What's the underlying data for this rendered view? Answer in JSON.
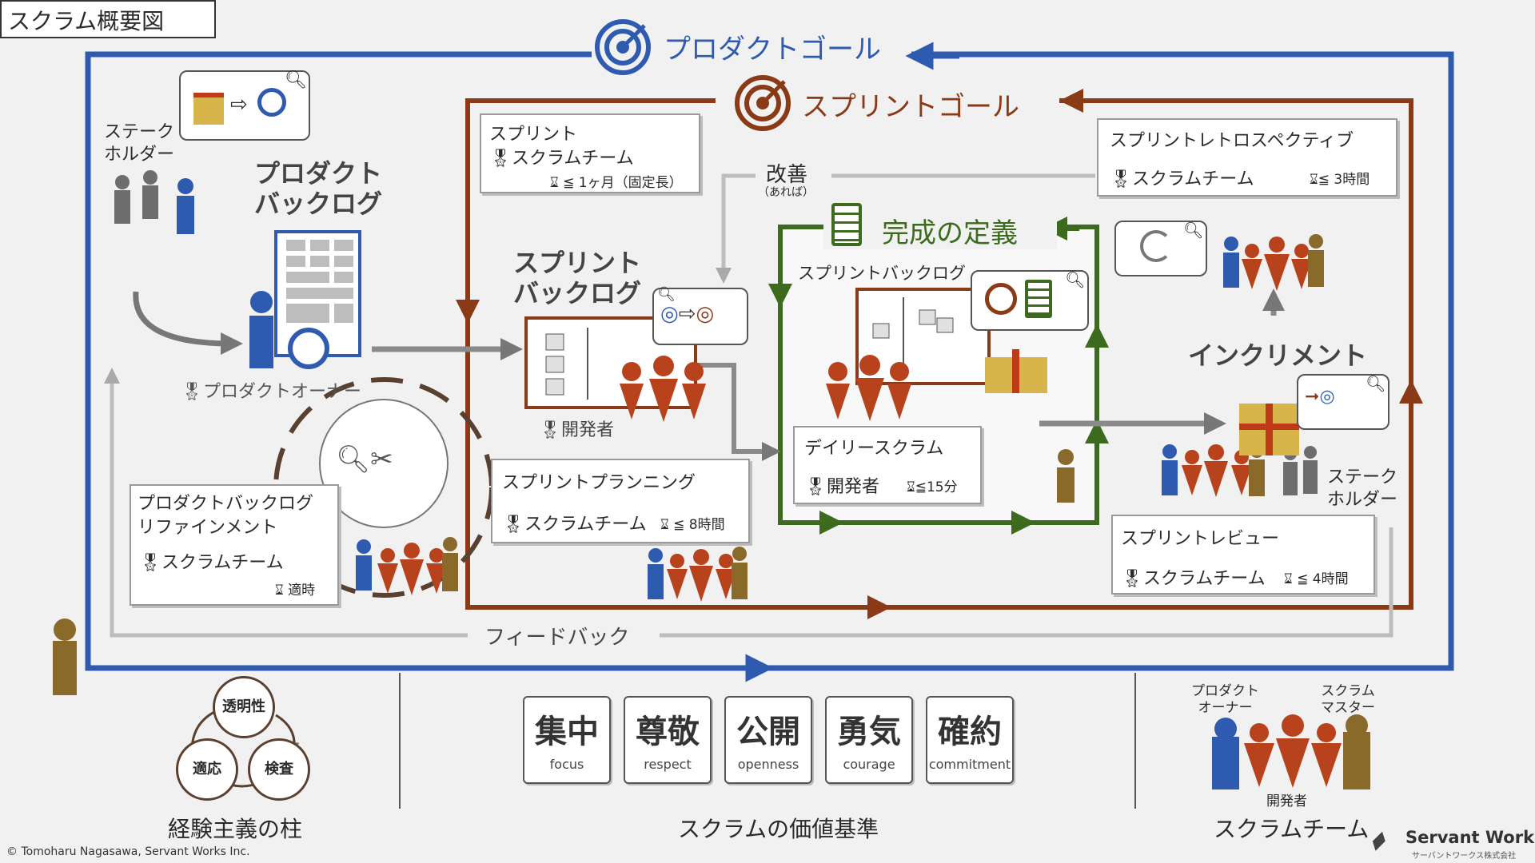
{
  "title": "スクラム概要図",
  "product_goal": "プロダクトゴール",
  "sprint_goal": "スプリントゴール",
  "stakeholder_left": "ステーク\nホルダー",
  "product_backlog": "プロダクト\nバックログ",
  "product_owner": "プロダクトオーナー",
  "sprint_box": {
    "title": "スプリント",
    "role": "スクラムチーム",
    "time": "≦ 1ヶ月（固定長）"
  },
  "kaizen": "改善",
  "kaizen_sub": "（あれば）",
  "retro": {
    "title": "スプリントレトロスペクティブ",
    "role": "スクラムチーム",
    "time": "≦ 3時間"
  },
  "definition_of_done": "完成の定義",
  "sprint_backlog_big": "スプリント\nバックログ",
  "sprint_backlog_small": "スプリントバックログ",
  "developers": "開発者",
  "increment": "インクリメント",
  "daily": {
    "title": "デイリースクラム",
    "role": "開発者",
    "time": "≦15分"
  },
  "planning": {
    "title": "スプリントプランニング",
    "role": "スクラムチーム",
    "time": "≦ 8時間"
  },
  "refinement": {
    "title": "プロダクトバックログ\nリファインメント",
    "role": "スクラムチーム",
    "time": "適時"
  },
  "stakeholder_right": "ステーク\nホルダー",
  "review": {
    "title": "スプリントレビュー",
    "role": "スクラムチーム",
    "time": "≦ 4時間"
  },
  "feedback": "フィードバック",
  "pillars": {
    "title": "経験主義の柱",
    "items": [
      "透明性",
      "適応",
      "検査"
    ]
  },
  "values": {
    "title": "スクラムの価値基準",
    "items": [
      {
        "kanji": "集中",
        "en": "focus"
      },
      {
        "kanji": "尊敬",
        "en": "respect"
      },
      {
        "kanji": "公開",
        "en": "openness"
      },
      {
        "kanji": "勇気",
        "en": "courage"
      },
      {
        "kanji": "確約",
        "en": "commitment"
      }
    ]
  },
  "team": {
    "title": "スクラムチーム",
    "po": "プロダクト\nオーナー",
    "sm": "スクラム\nマスター",
    "dev": "開発者"
  },
  "copyright": "© Tomoharu Nagasawa, Servant Works Inc.",
  "logo": {
    "name": "Servant Works",
    "sub": "サーバントワークス株式会社"
  },
  "colors": {
    "blue": "#2e5ab0",
    "brown": "#8a3a16",
    "green": "#3d6b1e",
    "gray": "#a9a9a9",
    "orange": "#b8421c",
    "gold": "#c8a23a"
  }
}
